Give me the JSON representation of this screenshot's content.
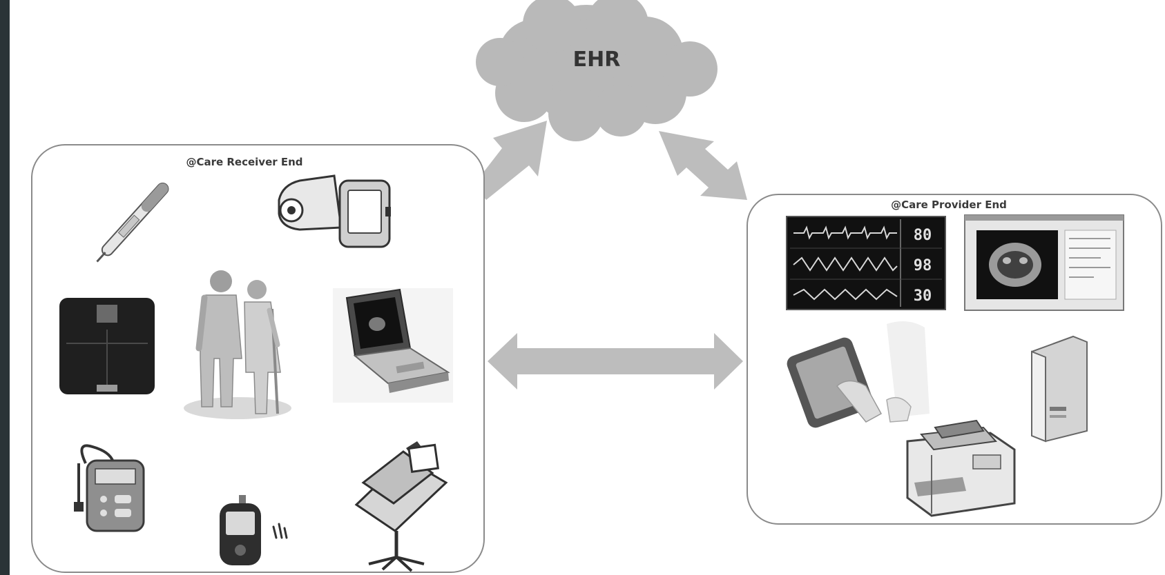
{
  "cloud": {
    "label": "EHR"
  },
  "receiver": {
    "title": "@Care Receiver End"
  },
  "provider": {
    "title": "@Care Provider End"
  },
  "monitor": {
    "readouts": [
      "80",
      "98",
      "30"
    ]
  },
  "colors": {
    "arrow": "#bdbdbd",
    "cloud": "#b9b9b9",
    "box_stroke": "#8a8a8a",
    "device_dark": "#2b2b2b",
    "device_mid": "#8c8c8c",
    "device_light": "#e2e2e2"
  },
  "icons": [
    "thermometer-icon",
    "blood-pressure-monitor-icon",
    "weighing-scale-icon",
    "elderly-couple-icon",
    "portable-ultrasound-icon",
    "ecg-recorder-icon",
    "glucose-meter-icon",
    "mobile-ecg-cart-icon",
    "vital-signs-monitor-icon",
    "ct-viewer-icon",
    "tablet-touch-icon",
    "server-tower-icon",
    "fax-printer-icon"
  ]
}
